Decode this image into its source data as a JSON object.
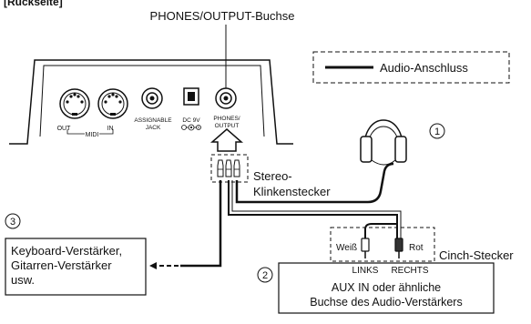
{
  "header": {
    "fragment": "[Rückseite]"
  },
  "labels": {
    "phones_output_socket": "PHONES/OUTPUT-Buchse",
    "legend_audio": "Audio-Anschluss",
    "stereo_plug_line1": "Stereo-",
    "stereo_plug_line2": "Klinkenstecker",
    "cinch_plug": "Cinch-Stecker",
    "white": "Weiß",
    "red": "Rot",
    "left": "LINKS",
    "right": "RECHTS"
  },
  "panel": {
    "midi_out": "OUT",
    "midi_in": "IN",
    "midi": "MIDI",
    "assignable_line1": "ASSIGNABLE",
    "assignable_line2": "JACK",
    "dc": "DC 9V",
    "dc_symbol": "◐–●–⊕",
    "phones_line1": "PHONES/",
    "phones_line2": "OUTPUT"
  },
  "markers": {
    "one": "1",
    "two": "2",
    "three": "3"
  },
  "keyboard_amp": {
    "line1": "Keyboard-Verstärker,",
    "line2": "Gitarren-Verstärker",
    "line3": "usw."
  },
  "aux_box": {
    "line1": "AUX IN oder ähnliche",
    "line2": "Buchse des Audio-Verstärkers"
  }
}
